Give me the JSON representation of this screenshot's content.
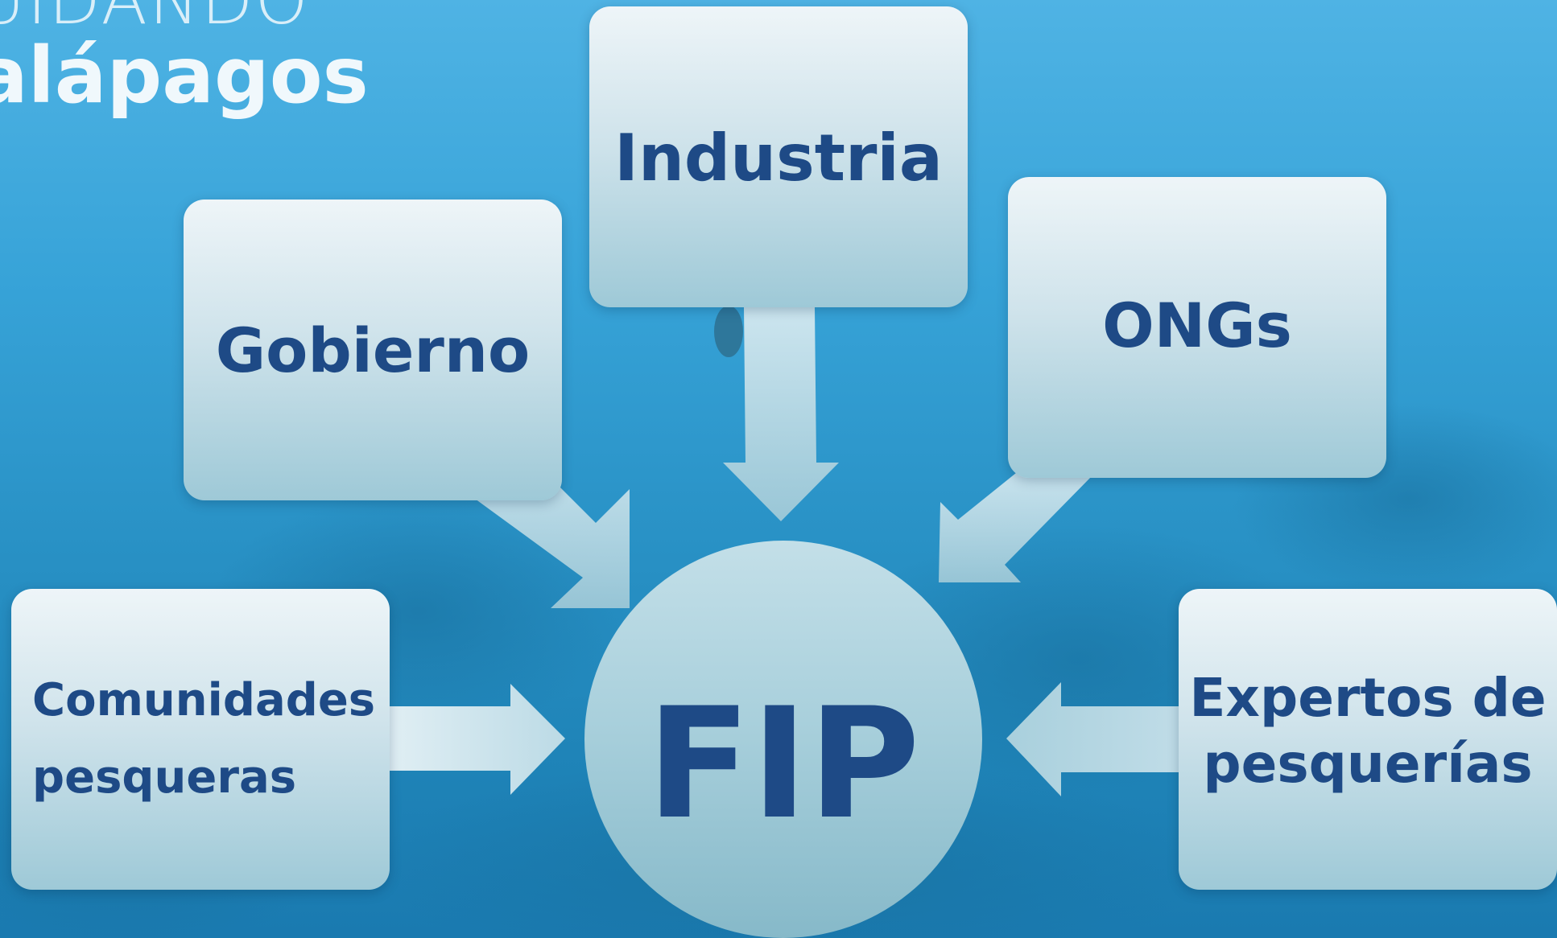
{
  "logo": {
    "line1": "UIDANDO",
    "line2": "alápagos"
  },
  "diagram": {
    "center": "FIP",
    "nodes": {
      "industria": "Industria",
      "gobierno": "Gobierno",
      "ongs": "ONGs",
      "comunidades_line1": "Comunidades",
      "comunidades_line2": "pesqueras",
      "expertos_line1": "Expertos de",
      "expertos_line2": "pesquerías"
    }
  },
  "colors": {
    "text": "#1e4a86",
    "background": "#2a93c7",
    "box_top": "#eef5f8",
    "box_bottom": "#9ec9d7"
  }
}
